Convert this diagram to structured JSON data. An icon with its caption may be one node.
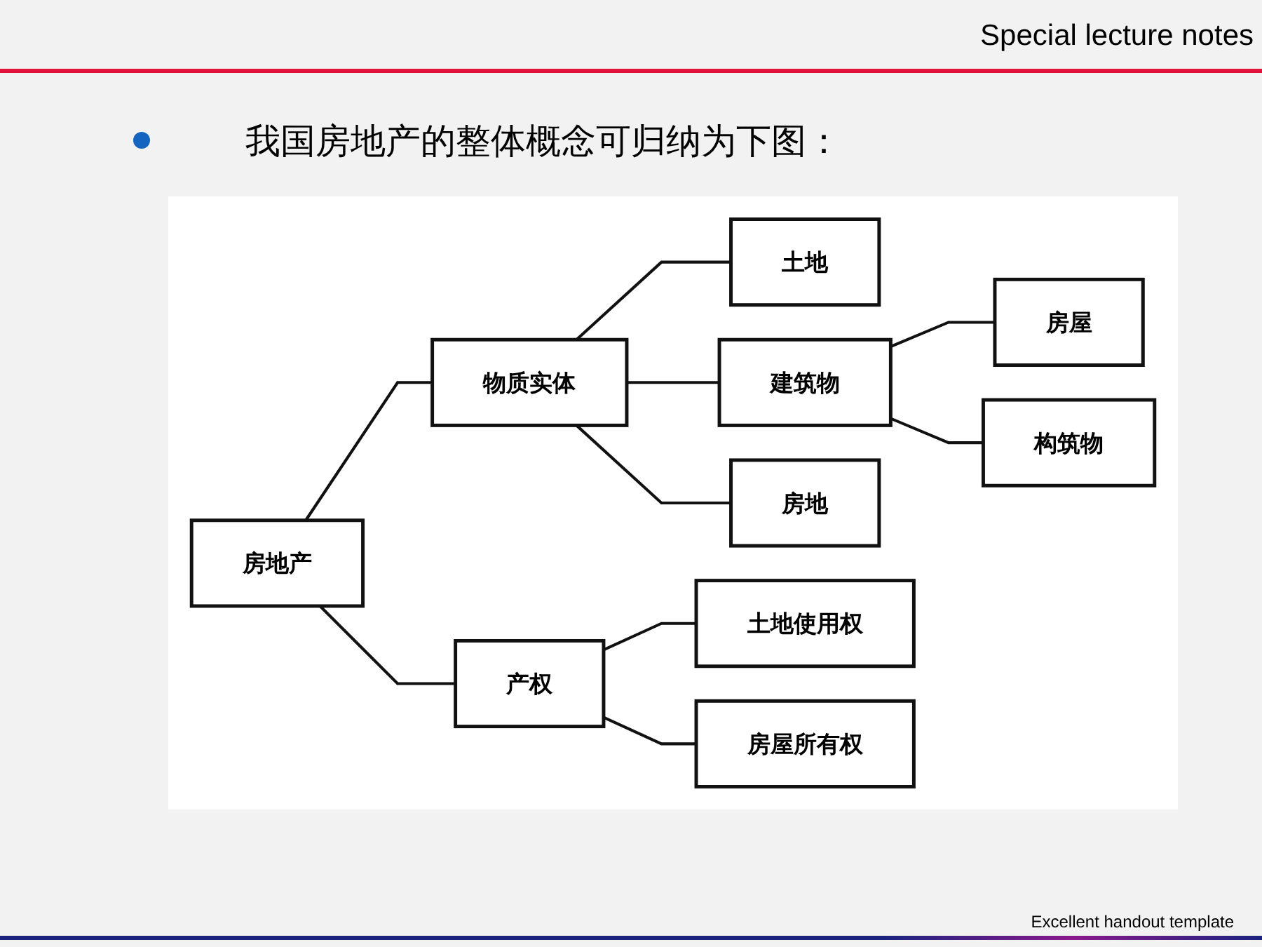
{
  "diagram": {
    "title": "我国房地产的整体概念可归纳为下图：",
    "nodes": [
      {
        "text": [
          "房地产"
        ]
      },
      {
        "text": [
          "物质实体"
        ]
      },
      {
        "text": [
          "产权"
        ]
      },
      {
        "text": [
          "土地"
        ]
      },
      {
        "text": [
          "建筑物"
        ]
      },
      {
        "text": [
          "房地"
        ]
      },
      {
        "text": [
          "房屋"
        ]
      },
      {
        "text": [
          "构筑物"
        ]
      },
      {
        "text": [
          "土地使用权"
        ]
      },
      {
        "text": [
          "房屋所有权"
        ]
      }
    ],
    "edges": [
      {
        "from": 0,
        "to": 1,
        "arrow": "none"
      },
      {
        "from": 0,
        "to": 2,
        "arrow": "none"
      },
      {
        "from": 1,
        "to": 3,
        "arrow": "none"
      },
      {
        "from": 1,
        "to": 4,
        "arrow": "none"
      },
      {
        "from": 1,
        "to": 5,
        "arrow": "none"
      },
      {
        "from": 4,
        "to": 6,
        "arrow": "none"
      },
      {
        "from": 4,
        "to": 7,
        "arrow": "none"
      },
      {
        "from": 2,
        "to": 8,
        "arrow": "none"
      },
      {
        "from": 2,
        "to": 9,
        "arrow": "none"
      }
    ],
    "labels": [
      "Special lecture notes",
      "Excellent handout template"
    ]
  }
}
